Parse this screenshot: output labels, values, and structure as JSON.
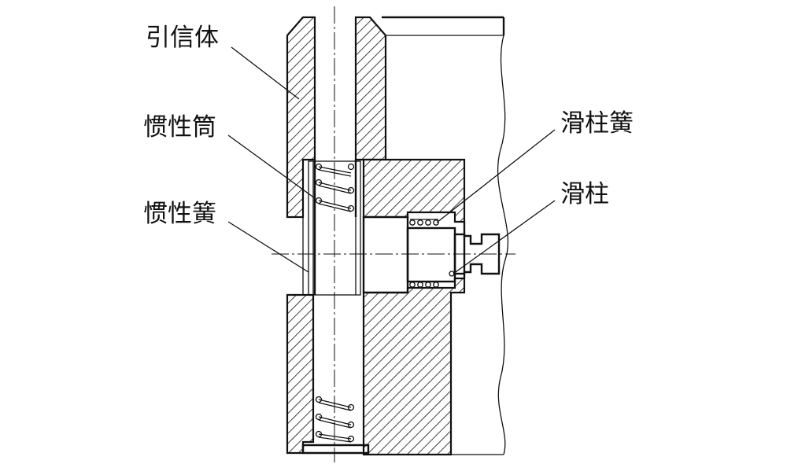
{
  "labels": {
    "fuze_body": "引信体",
    "inertia_tube": "惯性筒",
    "inertia_spring": "惯性簧",
    "slide_spring": "滑柱簧",
    "slide_pin": "滑柱"
  },
  "colors": {
    "line": "#111111",
    "background": "#ffffff"
  }
}
